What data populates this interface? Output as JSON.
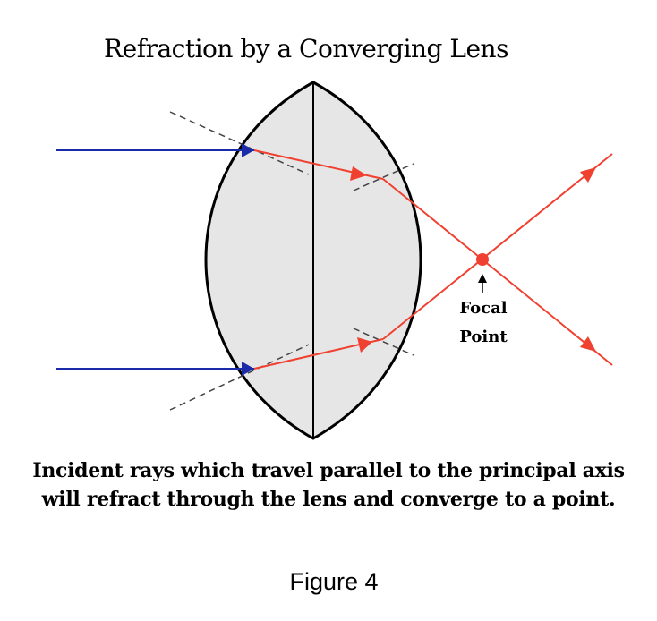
{
  "title": "Refraction by a Converging Lens",
  "focal_label": {
    "line1": "Focal",
    "line2": "Point"
  },
  "caption": {
    "line1": "Incident rays which travel parallel to the principal axis",
    "line2": "will refract through the lens and converge to a point."
  },
  "figure_label": "Figure 4",
  "colors": {
    "incident_ray": "#1a2aa8",
    "refracted_ray": "#f04030",
    "lens_fill": "#e6e6e6",
    "lens_outline": "#000000",
    "normal_line": "#444444"
  }
}
